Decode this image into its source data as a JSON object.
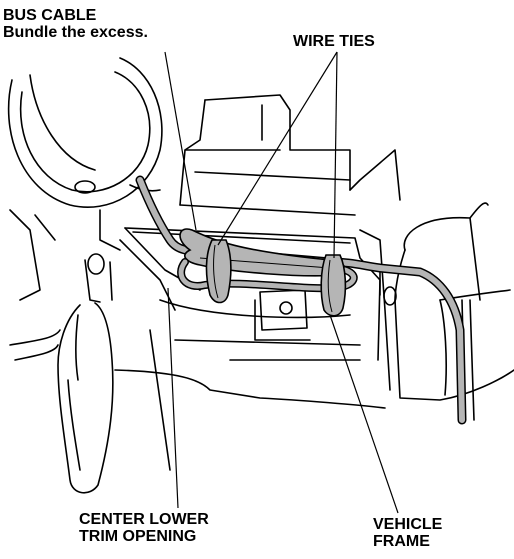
{
  "labels": {
    "bus_cable_title": "BUS CABLE",
    "bus_cable_note": "Bundle the excess.",
    "wire_ties": "WIRE TIES",
    "center_lower_line1": "CENTER LOWER",
    "center_lower_line2": "TRIM OPENING",
    "vehicle_frame_line1": "VEHICLE",
    "vehicle_frame_line2": "FRAME"
  },
  "colors": {
    "cable": "#b5b5b5",
    "line": "#000000",
    "background": "#ffffff"
  }
}
